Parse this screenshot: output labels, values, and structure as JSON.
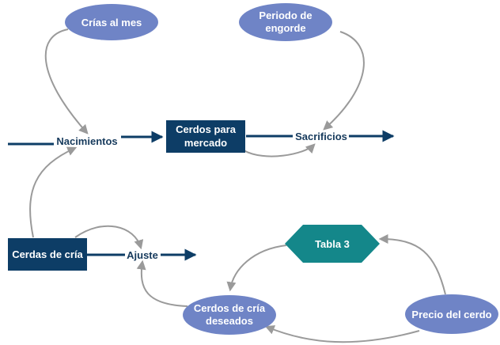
{
  "nodes": {
    "crias_al_mes": "Crías al mes",
    "periodo_de_engorde_1": "Periodo de",
    "periodo_de_engorde_2": "engorde",
    "nacimientos": "Nacimientos",
    "cerdos_para_mercado_1": "Cerdos para",
    "cerdos_para_mercado_2": "mercado",
    "sacrificios": "Sacrificios",
    "cerdas_de_cria": "Cerdas de cría",
    "ajuste": "Ajuste",
    "tabla_3": "Tabla 3",
    "cerdos_de_cria_deseados_1": "Cerdos de cría",
    "cerdos_de_cria_deseados_2": "deseados",
    "precio_del_cerdo": "Precio del cerdo"
  },
  "colors": {
    "stock_fill": "#0d3d66",
    "ellipse_fill": "#6f84c6",
    "hexagon_fill": "#14878a",
    "flow_arrow": "#0d3d66",
    "link_arrow": "#999999",
    "flow_label": "#163a5c",
    "node_text": "#ffffff"
  }
}
